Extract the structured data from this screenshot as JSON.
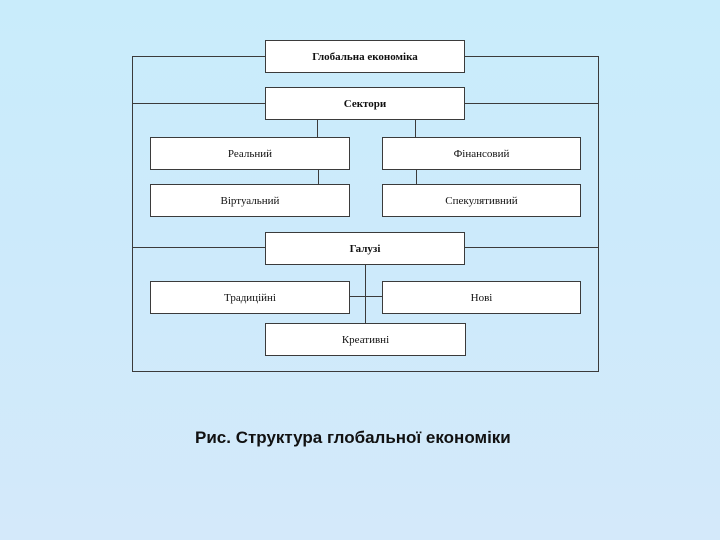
{
  "diagram": {
    "root": "Глобальна економіка",
    "sectors": {
      "title": "Сектори",
      "items": [
        "Реальний",
        "Фінансовий",
        "Віртуальний",
        "Спекулятивний"
      ]
    },
    "industries": {
      "title": "Галузі",
      "items": [
        "Традиційні",
        "Нові",
        "Креативні"
      ]
    }
  },
  "caption": "Рис. Структура глобальної економіки",
  "colors": {
    "background": "#cbeafb",
    "box_fill": "#ffffff",
    "line": "#3b3b3b"
  }
}
